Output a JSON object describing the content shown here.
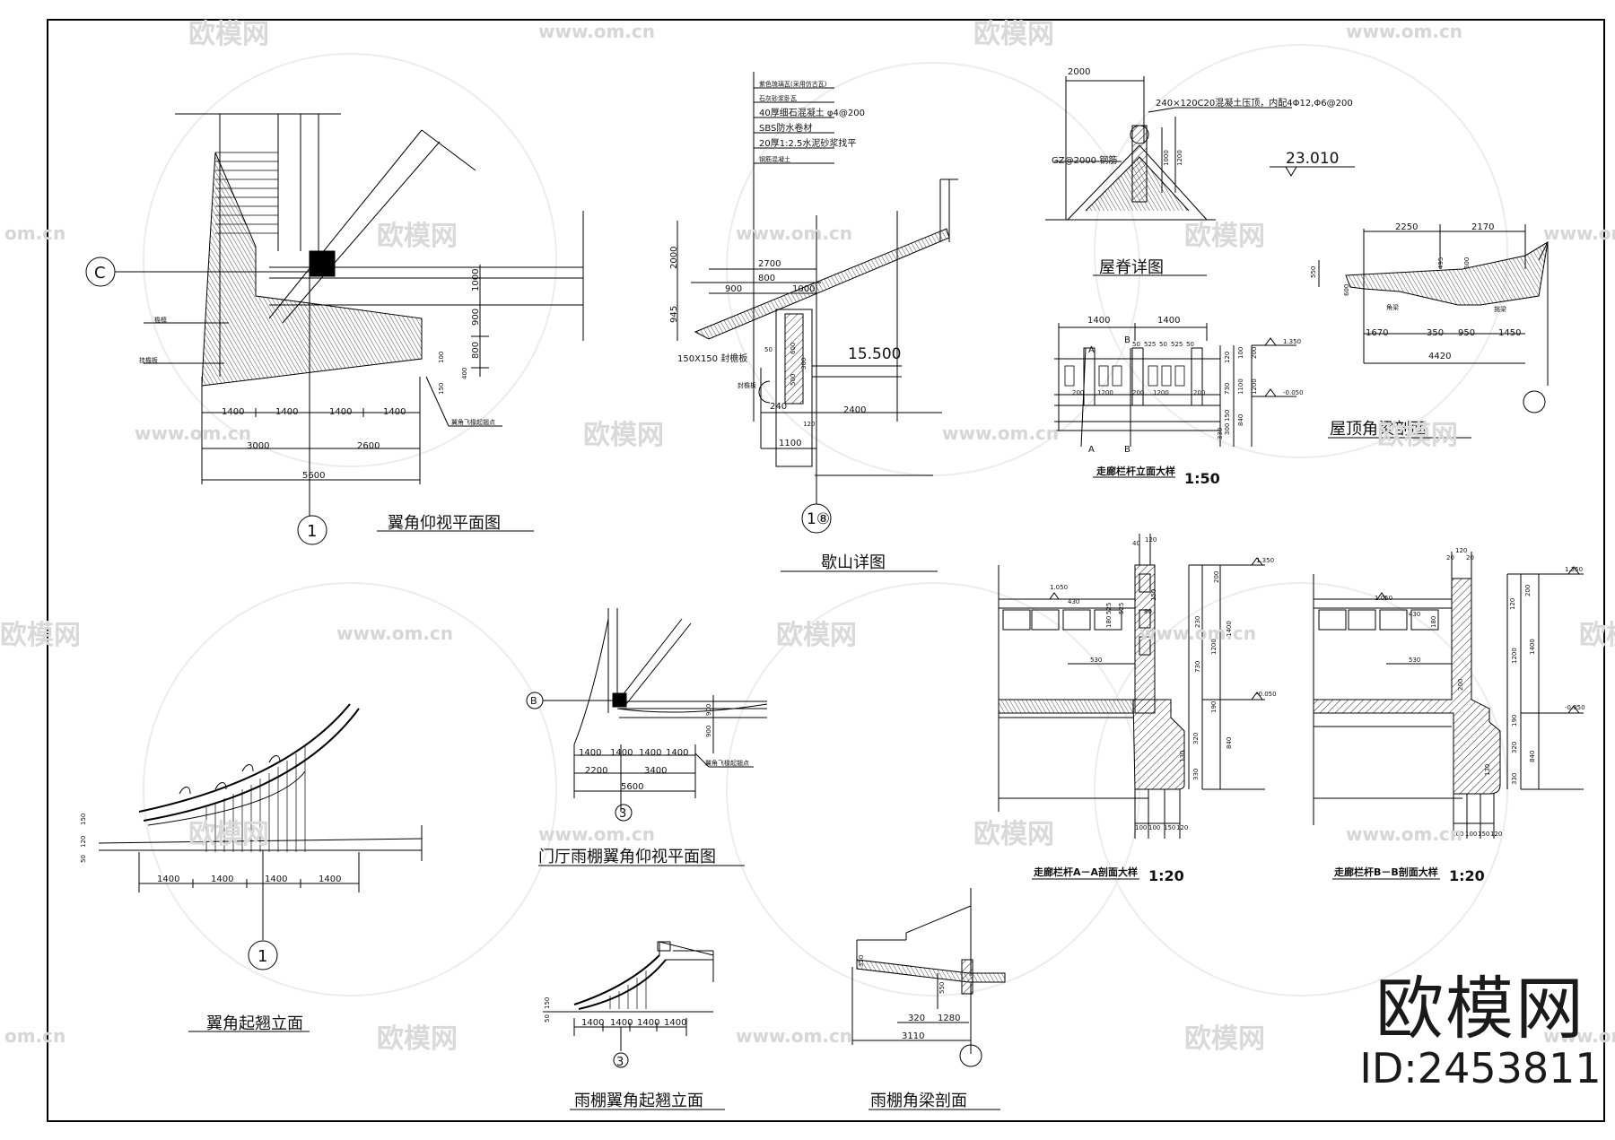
{
  "watermark": {
    "brand": "欧模网",
    "url": "www.om.cn",
    "url_short": "om.cn"
  },
  "brand_block": {
    "name": "欧模网",
    "id": "ID:2453811"
  },
  "titles": {
    "wing_plan": "翼角仰视平面图",
    "gable": "歇山详图",
    "ridge": "屋脊详图",
    "roof_beam": "屋顶角梁剖面",
    "railing_elev": "走廊栏杆立面大样",
    "railing_elev_scale": "1:50",
    "wing_elev": "翼角起翘立面",
    "canopy_plan": "门厅雨棚翼角仰视平面图",
    "section_a": "走廊栏杆A－A剖面大样",
    "section_a_scale": "1:20",
    "section_b": "走廊栏杆B－B剖面大样",
    "section_b_scale": "1:20",
    "canopy_elev": "雨棚翼角起翘立面",
    "canopy_beam": "雨棚角梁剖面"
  },
  "axes": {
    "c": "C",
    "one": "1",
    "three": "3",
    "one_eight": "1⑧",
    "b": "B"
  },
  "wing_plan": {
    "dims_bottom": [
      "1400",
      "1400",
      "1400",
      "1400"
    ],
    "dims_mid": [
      "3000",
      "2600"
    ],
    "dims_total": "5600",
    "dims_right": [
      "1000",
      "900",
      "800"
    ],
    "dims_small": [
      "400",
      "100",
      "150"
    ],
    "note_fly": "翼角飞椽起翘点",
    "note_a": "檐檩",
    "note_b": "挂檐板"
  },
  "gable": {
    "layers": [
      "紫色琉璃瓦(采用仿古瓦)",
      "石灰砂浆卧瓦",
      "40厚细石混凝土 φ4@200",
      "SBS防水卷材",
      "20厚1:2.5水泥砂浆找平",
      "钢筋混凝土"
    ],
    "dims": [
      "2700",
      "800",
      "900",
      "1000",
      "2000",
      "945",
      "2400",
      "1100",
      "240",
      "600",
      "300",
      "500",
      "120",
      "50"
    ],
    "elev": "15.500",
    "rafter": "150X150 封檐板",
    "note": "封檐板"
  },
  "ridge": {
    "dim": "2000",
    "note1": "240×120C20混凝土压顶，内配4Φ12,Φ6@200",
    "note2": "GZ@2000 钢筋",
    "elev": "23.010",
    "dims_v": [
      "1000",
      "1200"
    ]
  },
  "roof_beam": {
    "dims_top": [
      "2250",
      "2170"
    ],
    "dims_bottom": [
      "1670",
      "350",
      "950",
      "1450"
    ],
    "dims_total": "4420",
    "dims_v": [
      "550",
      "600",
      "495",
      "600"
    ],
    "note1": "角梁",
    "note2": "挑梁"
  },
  "railing": {
    "dims_top": [
      "1400",
      "1400"
    ],
    "dims_mid": [
      "50",
      "525",
      "50",
      "525",
      "50"
    ],
    "dims_bottom": [
      "200",
      "1200",
      "200",
      "1200",
      "200"
    ],
    "dims_v": [
      "100",
      "200",
      "1100",
      "730",
      "120",
      "300",
      "330",
      "150",
      "840",
      "1200"
    ],
    "elev_top": "1.350",
    "elev_bot": "-0.050",
    "cut_a": "A",
    "cut_b": "B"
  },
  "section_a": {
    "dims_top": [
      "40",
      "120"
    ],
    "dims": [
      "430",
      "180",
      "530",
      "320",
      "130",
      "330",
      "100",
      "100",
      "150",
      "120",
      "200",
      "230",
      "1200",
      "1400",
      "730",
      "190",
      "840",
      "80",
      "150",
      "525",
      "525"
    ],
    "elev_top": "1.350",
    "elev_mid": "1.050",
    "elev_bot": "-0.050"
  },
  "section_b": {
    "dims_top": [
      "20",
      "120",
      "20"
    ],
    "dims": [
      "430",
      "180",
      "530",
      "120",
      "200",
      "1200",
      "1400",
      "190",
      "320",
      "840",
      "130",
      "330",
      "100",
      "100",
      "150",
      "120",
      "200"
    ],
    "elev_top": "1.350",
    "elev_mid": "1.050",
    "elev_bot": "-0.050"
  },
  "wing_elev": {
    "dims": [
      "1400",
      "1400",
      "1400",
      "1400"
    ],
    "dims_v": [
      "150",
      "120",
      "50"
    ]
  },
  "canopy_plan": {
    "dims1": [
      "1400",
      "1400",
      "1400",
      "1400"
    ],
    "dims2": [
      "2200",
      "3400"
    ],
    "total": "5600",
    "dims_v": [
      "900",
      "900"
    ],
    "note": "翼角飞椽起翘点"
  },
  "canopy_elev": {
    "dims": [
      "1400",
      "1400",
      "1400",
      "1400"
    ],
    "dims_v": [
      "150",
      "50"
    ]
  },
  "canopy_beam": {
    "dims": [
      "320",
      "1280",
      "3110",
      "350",
      "550"
    ]
  }
}
